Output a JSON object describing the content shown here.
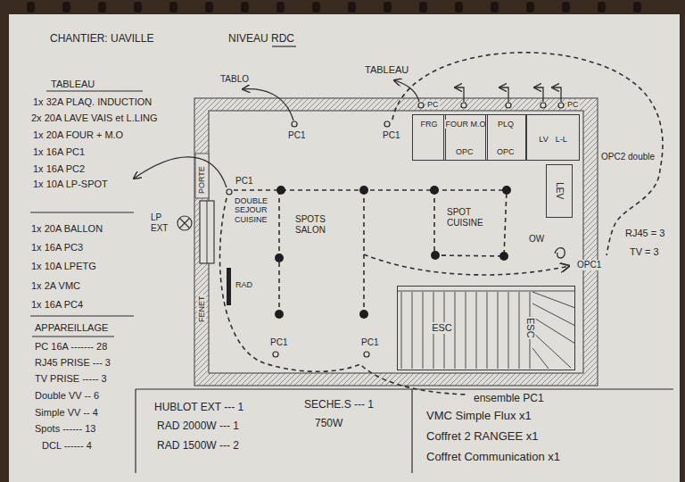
{
  "diagram": {
    "title": "CHANTIER: UAVILLE",
    "nodes": [
      {
        "text": [
          "FRG"
        ]
      },
      {
        "text": [
          "FOUR M.O"
        ]
      },
      {
        "text": [
          "PLQ"
        ]
      },
      {
        "text": [
          "LV",
          "L-L"
        ]
      },
      {
        "text": [
          "LEV"
        ]
      },
      {
        "text": [
          "ESC",
          "ESC"
        ]
      }
    ],
    "labels": [
      "NIVEAU RDC",
      "TABLEAU",
      "1x 32A PLAQ. INDUCTION",
      "2x 20A LAVE VAIS et L.LING",
      "1x 20A FOUR + M.O",
      "1x 16A PC1",
      "1x 16A PC2",
      "1x 10A LP-SPOT",
      "1x 20A BALLON",
      "1x 16A PC3",
      "1x 10A LPETG",
      "1x 2A VMC",
      "1x 16A PC4",
      "APPAREILLAGE",
      "PC 16A ------- 28",
      "RJ45 PRISE --- 3",
      "TV PRISE ----- 3",
      "Double VV -- 6",
      "Simple VV -- 4",
      "Spots ------ 13",
      "DCL ------ 4",
      "HUBLOT EXT --- 1",
      "RAD 2000W --- 1",
      "RAD 1500W --- 2",
      "SECHE.S --- 1",
      "750W",
      "VMC Simple Flux x1",
      "Coffret 2 RANGEE x1",
      "Coffret Communication x1",
      "ensemble PC1",
      "RJ45 = 3",
      "TV = 3",
      "OPC2 double",
      "OPC1",
      "OW",
      "TABLO",
      "TABLEAU",
      "PC1",
      "PC1",
      "PC",
      "PC",
      "OPC",
      "OPC",
      "PC1",
      "PORTE",
      "LP EXT",
      "FENET",
      "RAD",
      "DOUBLE SEJOUR CUISINE",
      "SPOTS SALON",
      "SPOT CUISINE",
      "PC1",
      "PC1"
    ]
  }
}
